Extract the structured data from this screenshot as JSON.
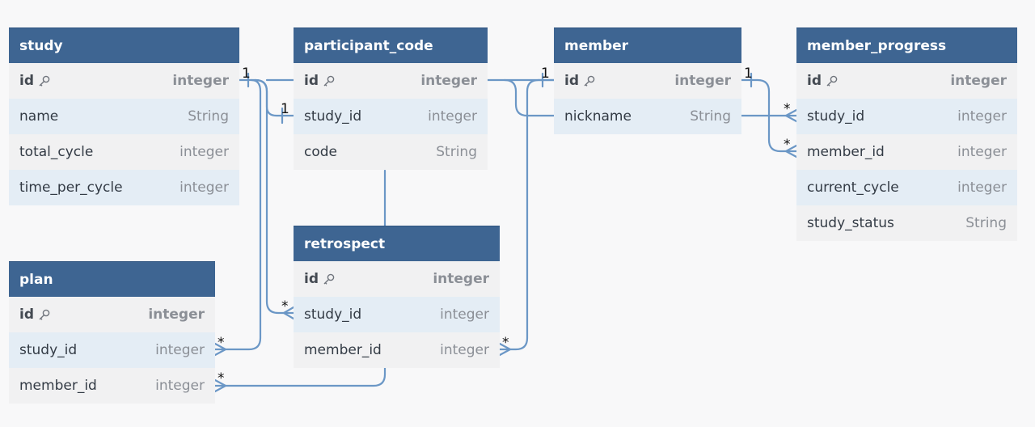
{
  "tables": [
    {
      "id": "study",
      "name": "study",
      "fields": [
        {
          "name": "id",
          "type": "integer",
          "pk": true
        },
        {
          "name": "name",
          "type": "String",
          "pk": false
        },
        {
          "name": "total_cycle",
          "type": "integer",
          "pk": false
        },
        {
          "name": "time_per_cycle",
          "type": "integer",
          "pk": false
        }
      ]
    },
    {
      "id": "participant_code",
      "name": "participant_code",
      "fields": [
        {
          "name": "id",
          "type": "integer",
          "pk": true
        },
        {
          "name": "study_id",
          "type": "integer",
          "pk": false
        },
        {
          "name": "code",
          "type": "String",
          "pk": false
        }
      ]
    },
    {
      "id": "member",
      "name": "member",
      "fields": [
        {
          "name": "id",
          "type": "integer",
          "pk": true
        },
        {
          "name": "nickname",
          "type": "String",
          "pk": false
        }
      ]
    },
    {
      "id": "member_progress",
      "name": "member_progress",
      "fields": [
        {
          "name": "id",
          "type": "integer",
          "pk": true
        },
        {
          "name": "study_id",
          "type": "integer",
          "pk": false
        },
        {
          "name": "member_id",
          "type": "integer",
          "pk": false
        },
        {
          "name": "current_cycle",
          "type": "integer",
          "pk": false
        },
        {
          "name": "study_status",
          "type": "String",
          "pk": false
        }
      ]
    },
    {
      "id": "retrospect",
      "name": "retrospect",
      "fields": [
        {
          "name": "id",
          "type": "integer",
          "pk": true
        },
        {
          "name": "study_id",
          "type": "integer",
          "pk": false
        },
        {
          "name": "member_id",
          "type": "integer",
          "pk": false
        }
      ]
    },
    {
      "id": "plan",
      "name": "plan",
      "fields": [
        {
          "name": "id",
          "type": "integer",
          "pk": true
        },
        {
          "name": "study_id",
          "type": "integer",
          "pk": false
        },
        {
          "name": "member_id",
          "type": "integer",
          "pk": false
        }
      ]
    }
  ],
  "relationships": [
    {
      "from": "study.id",
      "to": "participant_code.study_id",
      "from_card": "1",
      "to_card": "1"
    },
    {
      "from": "study.id",
      "to": "retrospect.study_id",
      "from_card": "1",
      "to_card": "*"
    },
    {
      "from": "study.id",
      "to": "plan.study_id",
      "from_card": "1",
      "to_card": "*"
    },
    {
      "from": "member.id",
      "to": "retrospect.member_id",
      "from_card": "1",
      "to_card": "*"
    },
    {
      "from": "member.id",
      "to": "member_progress.member_id",
      "from_card": "1",
      "to_card": "*"
    },
    {
      "from": "member.nickname",
      "to": "member_progress.study_id",
      "from_card": "",
      "to_card": "*"
    },
    {
      "from": "participant_code.id",
      "to": "member.nickname",
      "from_card": "",
      "to_card": ""
    },
    {
      "from": "participant_code.id",
      "to": "member.id",
      "from_card": "",
      "to_card": "1"
    },
    {
      "from": "participant_code",
      "to": "retrospect",
      "from_card": "",
      "to_card": ""
    },
    {
      "from": "retrospect.member_id",
      "to": "plan.member_id",
      "from_card": "",
      "to_card": "*"
    }
  ],
  "colors": {
    "header": "#3e6592",
    "row_odd": "#f1f1f2",
    "row_even": "#e4edf5",
    "line": "#6b97c6",
    "background": "#f8f8f9"
  },
  "icons": {
    "primary_key": "key-icon"
  }
}
